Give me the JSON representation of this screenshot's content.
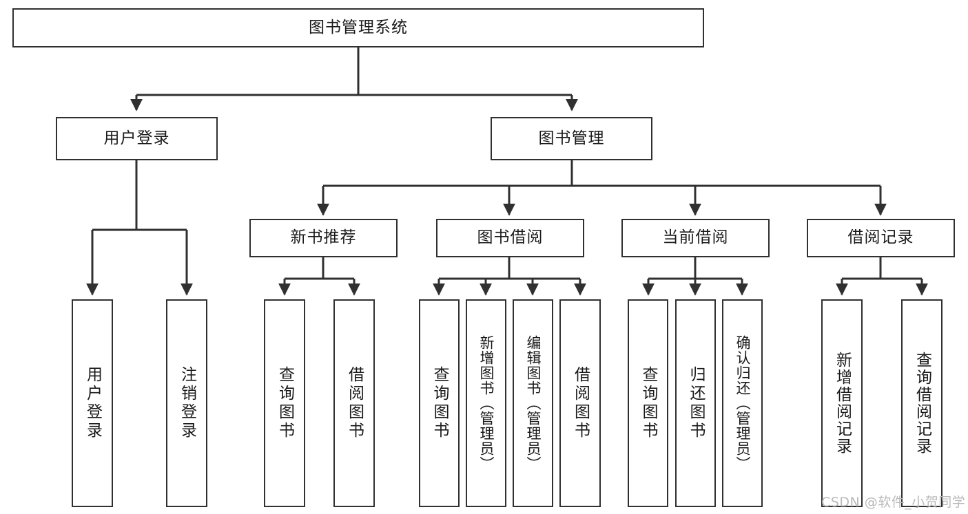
{
  "diagram": {
    "title": "图书管理系统",
    "type": "tree-hierarchy-diagram",
    "colors": {
      "background": "#ffffff",
      "box_border": "#303030",
      "box_fill": "#ffffff",
      "connector": "#303030",
      "text": "#1a1a1a",
      "watermark": "#b9b9b9"
    },
    "root": {
      "label": "图书管理系统"
    },
    "level2": [
      {
        "label": "用户登录"
      },
      {
        "label": "图书管理"
      }
    ],
    "level3": [
      {
        "label": "新书推荐"
      },
      {
        "label": "图书借阅"
      },
      {
        "label": "当前借阅"
      },
      {
        "label": "借阅记录"
      }
    ],
    "leaves": {
      "user_login": [
        {
          "label": "用户登录"
        },
        {
          "label": "注销登录"
        }
      ],
      "new_book_recommend": [
        {
          "label": "查询图书"
        },
        {
          "label": "借阅图书"
        }
      ],
      "book_borrow": [
        {
          "label": "查询图书"
        },
        {
          "label": "新增图书（管理员）"
        },
        {
          "label": "编辑图书（管理员）"
        },
        {
          "label": "借阅图书"
        }
      ],
      "current_borrow": [
        {
          "label": "查询图书"
        },
        {
          "label": "归还图书"
        },
        {
          "label": "确认归还（管理员）"
        }
      ],
      "borrow_record": [
        {
          "label": "新增借阅记录"
        },
        {
          "label": "查询借阅记录"
        }
      ]
    },
    "watermark": "CSDN @软件_小贺同学"
  }
}
